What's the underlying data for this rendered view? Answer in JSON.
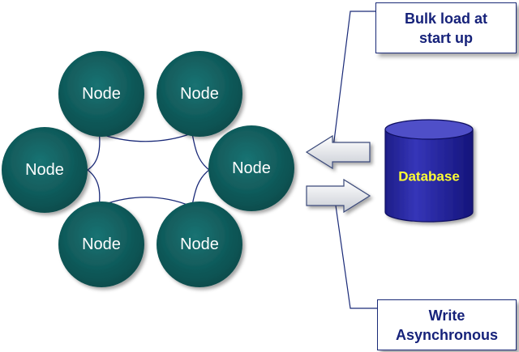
{
  "nodes": [
    {
      "label": "Node"
    },
    {
      "label": "Node"
    },
    {
      "label": "Node"
    },
    {
      "label": "Node"
    },
    {
      "label": "Node"
    },
    {
      "label": "Node"
    }
  ],
  "database": {
    "label": "Database"
  },
  "callouts": {
    "bulk_load": "Bulk load at\nstart up",
    "write_async": "Write\nAsynchronous"
  },
  "colors": {
    "node_fill": "#0f5e5e",
    "cylinder_fill": "#2a2aa0",
    "db_text": "#ffff33",
    "callout_text": "#16227a",
    "connector": "#1a2a78"
  }
}
